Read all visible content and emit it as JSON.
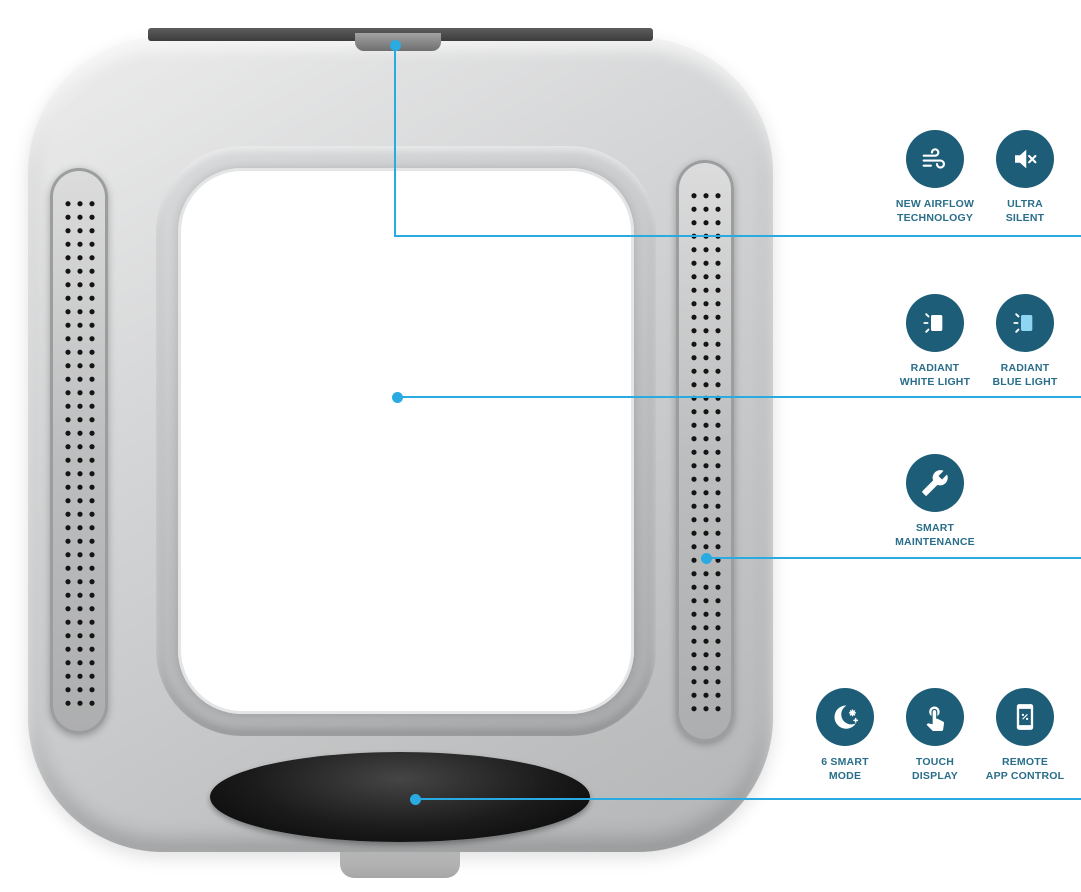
{
  "colors": {
    "accent": "#29abe2",
    "icon_background": "#1d5d77",
    "label_text": "#2a6e8a",
    "blue_light_fill": "#8ed5f2"
  },
  "features": [
    {
      "icon": "wind-icon",
      "label": "NEW AIRFLOW\nTECHNOLOGY"
    },
    {
      "icon": "speaker-muted-icon",
      "label": "ULTRA\nSILENT"
    },
    {
      "icon": "radiant-white-light-icon",
      "label": "RADIANT\nWHITE LIGHT"
    },
    {
      "icon": "radiant-blue-light-icon",
      "label": "RADIANT\nBLUE LIGHT"
    },
    {
      "icon": "wrench-icon",
      "label": "SMART\nMAINTENANCE"
    },
    {
      "icon": "moon-stars-icon",
      "label": "6 SMART\nMODE"
    },
    {
      "icon": "touch-icon",
      "label": "TOUCH\nDISPLAY"
    },
    {
      "icon": "smartphone-icon",
      "label": "REMOTE\nAPP CONTROL"
    }
  ]
}
